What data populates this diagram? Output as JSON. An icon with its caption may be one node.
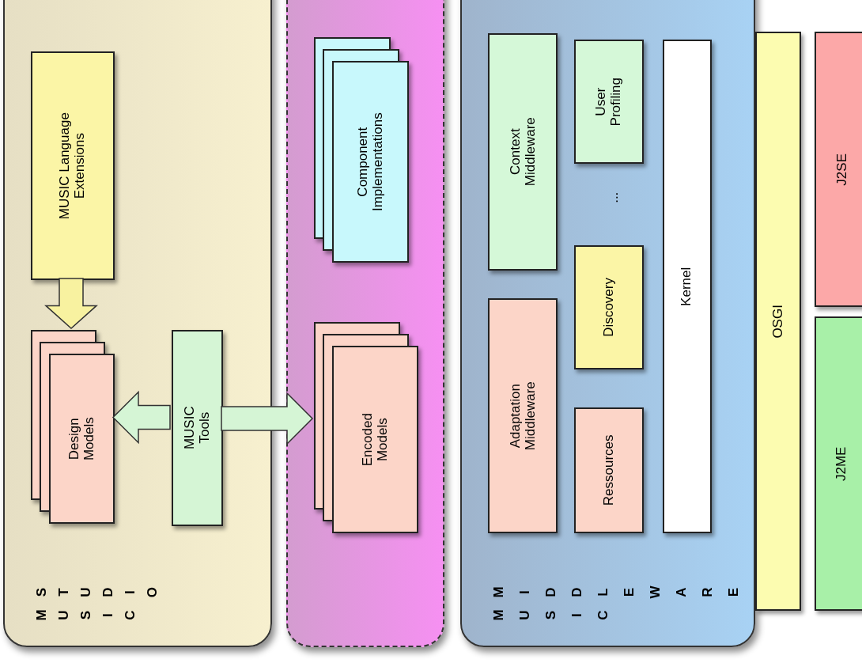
{
  "diagram": {
    "nodes": [
      {
        "text": [
          "MUSIC",
          "STUDIO"
        ]
      },
      {
        "text": [
          "MUSIC Language Extensions"
        ],
        "in": 0
      },
      {
        "text": [
          "Design Models"
        ],
        "in": 0
      },
      {
        "text": [
          "MUSIC Tools"
        ],
        "in": 0
      },
      {
        "text": [],
        "shape": "box"
      },
      {
        "text": [
          "Component Implementations"
        ],
        "in": 4
      },
      {
        "text": [
          "Encoded Models"
        ],
        "in": 4
      },
      {
        "text": [
          "MUSIC",
          "MIDDLEWARE"
        ]
      },
      {
        "text": [
          "Context Middleware"
        ],
        "in": 7
      },
      {
        "text": [
          "User Profiling"
        ],
        "in": 7
      },
      {
        "text": [
          "Adaptation Middleware"
        ],
        "in": 7
      },
      {
        "text": [
          "Discovery"
        ],
        "in": 7
      },
      {
        "text": [
          "Ressources"
        ],
        "in": 7
      },
      {
        "text": [
          "Kernel"
        ],
        "in": 7
      },
      {
        "text": [
          "OSGI"
        ]
      },
      {
        "text": [
          "J2SE"
        ]
      },
      {
        "text": [
          "J2ME"
        ]
      }
    ],
    "edges": [
      {
        "from": 1,
        "to": 2,
        "arrow": "to",
        "color": "#f8f2a0"
      },
      {
        "from": 3,
        "to": 2,
        "arrow": "to"
      },
      {
        "from": 3,
        "to": 6,
        "arrow": "to"
      }
    ],
    "labels": [
      "..."
    ]
  }
}
